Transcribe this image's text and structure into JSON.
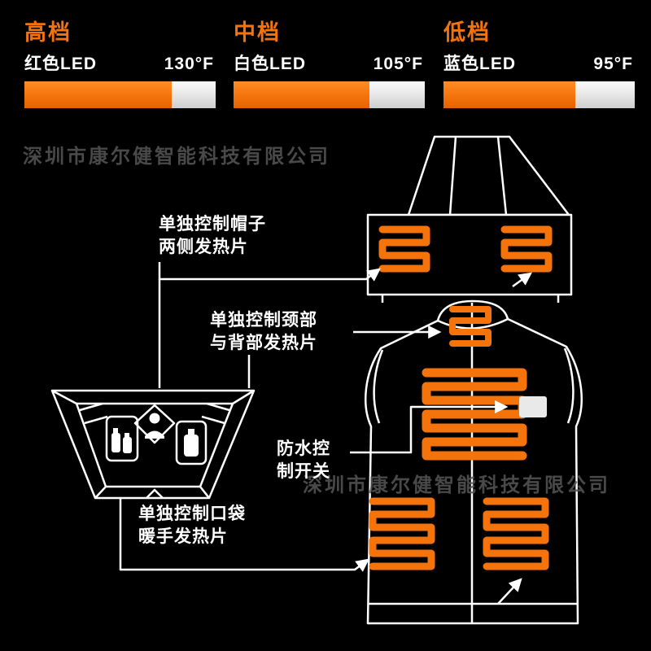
{
  "company_watermark": "深圳市康尔健智能科技有限公司",
  "heat_levels": [
    {
      "level": "高档",
      "led": "红色LED",
      "temp": "130°F",
      "fill_pct": 77
    },
    {
      "level": "中档",
      "led": "白色LED",
      "temp": "105°F",
      "fill_pct": 71
    },
    {
      "level": "低档",
      "led": "蓝色LED",
      "temp": "95°F",
      "fill_pct": 69
    }
  ],
  "callouts": {
    "hat": {
      "lines": [
        "单独控制帽子",
        "两侧发热片"
      ]
    },
    "neck": {
      "lines": [
        "单独控制颈部",
        "与背部发热片"
      ]
    },
    "switch": {
      "lines": [
        "防水控",
        "制开关"
      ]
    },
    "pocket": {
      "lines": [
        "单独控制口袋",
        "暖手发热片"
      ]
    }
  },
  "colors": {
    "background": "#000000",
    "accent": "#f4730b",
    "line": "#ffffff",
    "watermark": "#565656",
    "bar_tail": "#ededed"
  }
}
